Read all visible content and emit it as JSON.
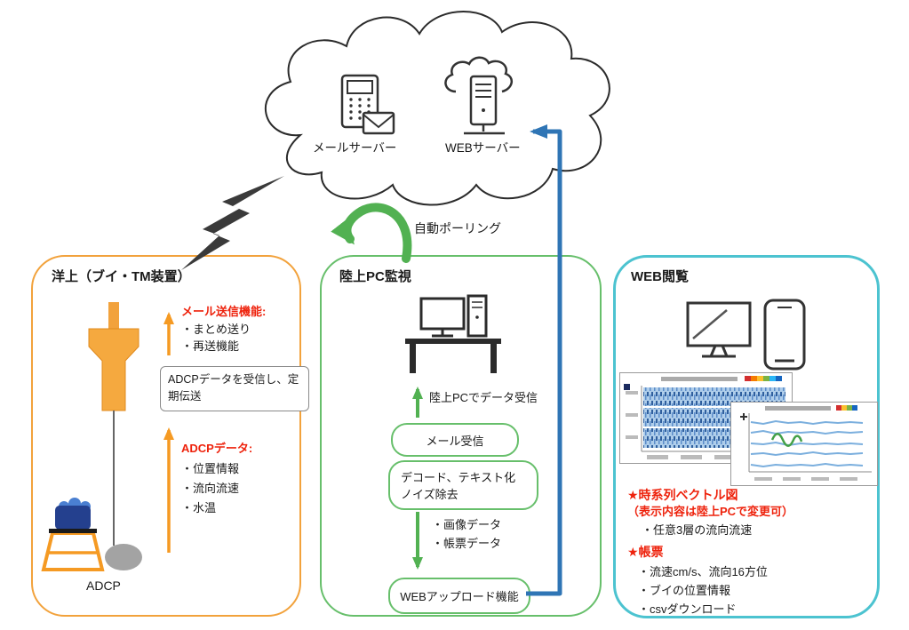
{
  "diagram": {
    "cloud": {
      "mail_server_label": "メールサーバー",
      "web_server_label": "WEBサーバー"
    },
    "polling_label": "自動ポーリング",
    "offshore": {
      "title": "洋上（ブイ・TM装置）",
      "mail_heading": "メール送信機能:",
      "mail_item_1": "・まとめ送り",
      "mail_item_2": "・再送機能",
      "relay_box": "ADCPデータを受信し、定期伝送",
      "adcp_heading": "ADCPデータ:",
      "adcp_item_1": "・位置情報",
      "adcp_item_2": "・流向流速",
      "adcp_item_3": "・水温",
      "adcp_label": "ADCP"
    },
    "land": {
      "title": "陸上PC監視",
      "receive_label": "陸上PCでデータ受信",
      "step_mail": "メール受信",
      "step_decode_line1": "デコード、テキスト化",
      "step_decode_line2": "ノイズ除去",
      "data_item_1": "・画像データ",
      "data_item_2": "・帳票データ",
      "step_upload": "WEBアップロード機能"
    },
    "web": {
      "title": "WEB閲覧",
      "vector_heading": "★時系列ベクトル図",
      "vector_note": "（表示内容は陸上PCで変更可）",
      "vector_item": "・任意3層の流向流速",
      "report_heading": "★帳票",
      "report_item_1": "・流速cm/s、流向16方位",
      "report_item_2": "・ブイの位置情報",
      "report_item_3": "・csvダウンロード"
    },
    "icons": {
      "mail_server": "mail-terminal-with-envelope",
      "web_server": "server-tower-with-cloud",
      "lightning": "lightning-bolt",
      "buoy": "spar-buoy",
      "adcp": "adcp-instrument",
      "desk_pc": "desktop-pc-on-desk",
      "monitor": "desktop-monitor",
      "smartphone": "smartphone",
      "chart1": "timeseries-plot-thumbnail",
      "chart2": "timeseries-plot-thumbnail"
    },
    "colors": {
      "offshore_border": "#f2a23c",
      "land_border": "#67bf6b",
      "web_border": "#4cc3d0",
      "red_text": "#ee220c",
      "orange_arrow": "#f59a23",
      "green_arrow": "#52b152",
      "blue_arrow": "#2f75b5"
    }
  }
}
